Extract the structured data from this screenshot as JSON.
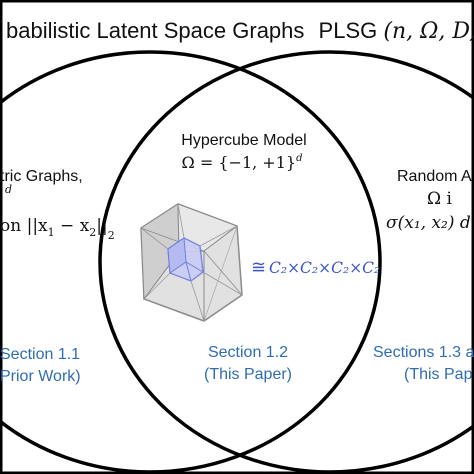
{
  "title": {
    "prefix": "babilistic Latent Space Graphs",
    "abbr": "PLSG",
    "args": "(n, Ω, D, p, σ"
  },
  "left_region": {
    "line1": "tric Graphs,",
    "line2": "d",
    "line3": "on ||x",
    "line3b": "1",
    "line3c": " − x",
    "line3d": "2",
    "line3e": "||",
    "line3f": "2",
    "section": "Section 1.1",
    "note": "Prior Work)"
  },
  "center_region": {
    "heading": "Hypercube Model",
    "formula_a": "Ω = {−1, +1}",
    "formula_sup": "d",
    "iso_symbol": "≅",
    "group": "C₂×C₂×C₂×C₂",
    "section": "Section 1.2",
    "note": "(This Paper)"
  },
  "right_region": {
    "line1": "Random A",
    "line2": "Ω i",
    "line3": "σ(x₁, x₂) d",
    "section": "Sections 1.3 a",
    "note": "(This Pap"
  },
  "colors": {
    "section_text": "#2e6db4",
    "group_text": "#3a55c8",
    "cube_outer": "#7f7f7f",
    "cube_inner": "#6f7fe0"
  }
}
